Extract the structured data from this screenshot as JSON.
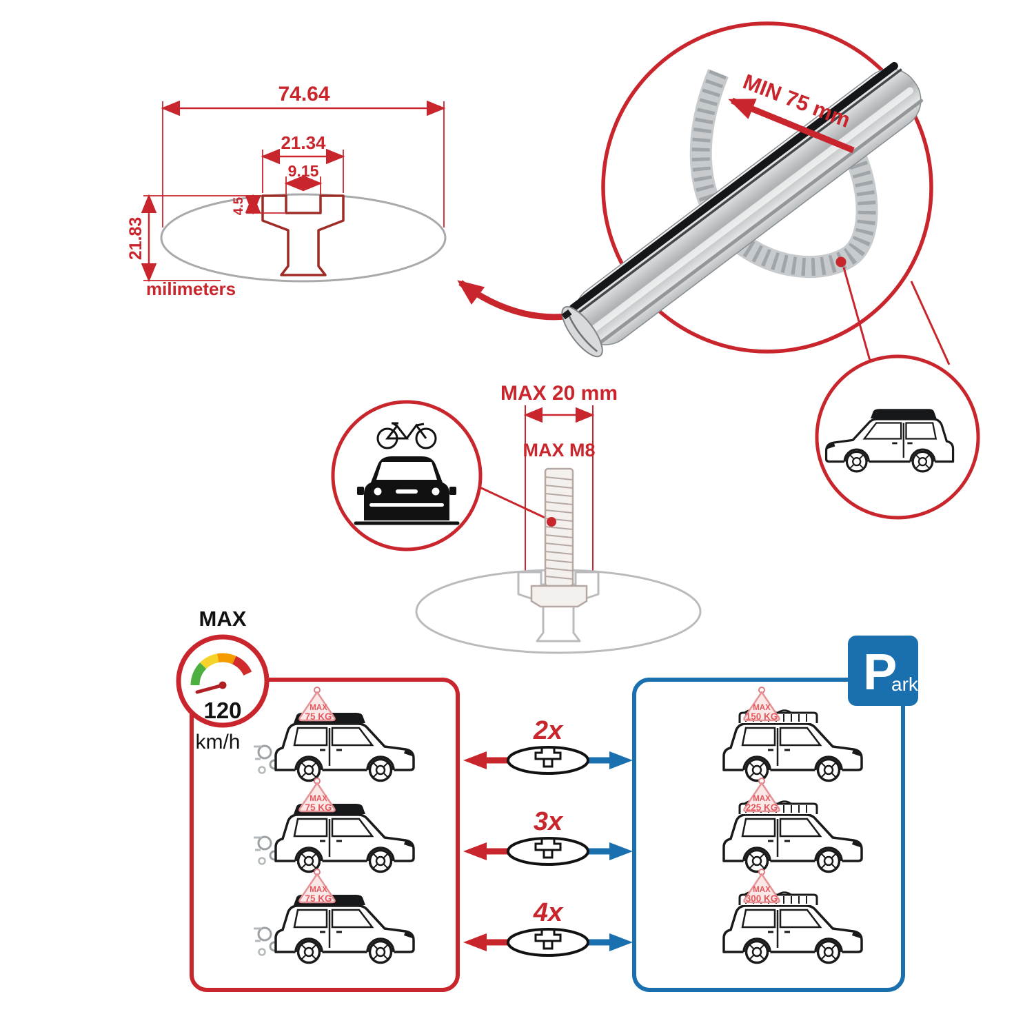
{
  "colors": {
    "accent_red": "#c9252c",
    "accent_blue": "#1a6fae",
    "profile_maroon": "#9e2b25",
    "badge_pink": "#e2595f",
    "gauge_green": "#4caf3f",
    "gauge_yellow": "#f6d32b",
    "gauge_orange": "#f59b00",
    "gauge_red": "#d22b2b"
  },
  "cross_section_diagram": {
    "overall_width": "74.64",
    "slot_outer_width": "21.34",
    "slot_opening": "9.15",
    "lip_depth": "4.5",
    "overall_height": "21.83",
    "units": "milimeters"
  },
  "bar_detail": {
    "min_clamp_span": "MIN 75 mm"
  },
  "bolt_detail": {
    "max_width": "MAX 20 mm",
    "max_thread": "MAX M8"
  },
  "speed_limit": {
    "label": "MAX",
    "value": "120",
    "units": "km/h"
  },
  "parking_sign": {
    "letter": "P",
    "suffix": "ark"
  },
  "load_table": {
    "bar_counts": [
      "2x",
      "3x",
      "4x"
    ],
    "driving": [
      {
        "label": "MAX",
        "weight": "75 KG"
      },
      {
        "label": "MAX",
        "weight": "75 KG"
      },
      {
        "label": "MAX",
        "weight": "75 KG"
      }
    ],
    "parked": [
      {
        "label": "MAX",
        "weight": "150 KG"
      },
      {
        "label": "MAX",
        "weight": "225 KG"
      },
      {
        "label": "MAX",
        "weight": "300 KG"
      }
    ]
  }
}
